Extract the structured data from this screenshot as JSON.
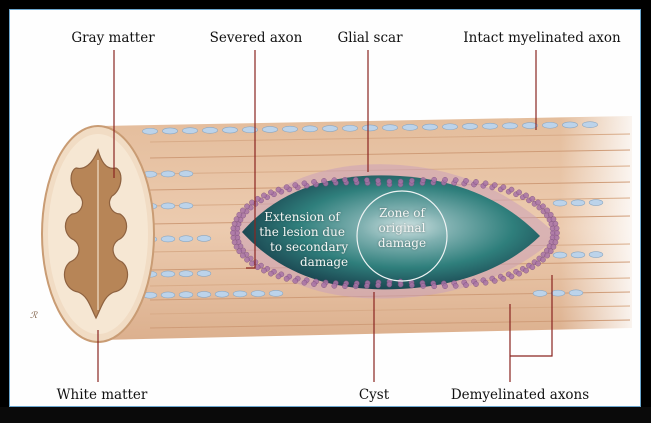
{
  "diagram": {
    "labels": {
      "gray_matter": "Gray matter",
      "severed_axon": "Severed axon",
      "glial_scar": "Glial scar",
      "intact_myelinated_axon": "Intact myelinated axon",
      "white_matter": "White matter",
      "cyst": "Cyst",
      "demyelinated_axons": "Demyelinated axons"
    },
    "lesion_text": {
      "extension": [
        "Extension of",
        "the lesion due",
        "to secondary",
        "damage"
      ],
      "zone": [
        "Zone of",
        "original",
        "damage"
      ]
    },
    "colors": {
      "tissue": "#e7c5a6",
      "tissue_edge": "#d3a684",
      "cyst_dark": "#16374a",
      "cyst_teal": "#2f8a86",
      "glial": "#a873a6",
      "myelin": "#bcd3ea",
      "frame_border": "#6ca7cf"
    }
  }
}
